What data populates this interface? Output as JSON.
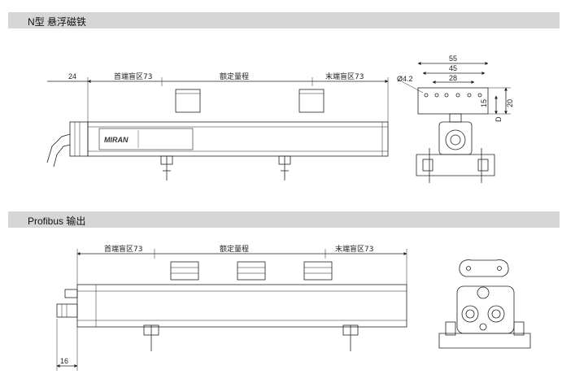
{
  "sections": [
    {
      "title": "N型  悬浮磁铁"
    },
    {
      "title": "Profibus 输出"
    }
  ],
  "drawing_n": {
    "dim_left": "24",
    "zone_left": "首端盲区73",
    "zone_mid": "额定量程",
    "zone_right": "末端盲区73",
    "brand": "MIRAN",
    "end_view": {
      "d_55": "55",
      "d_45": "45",
      "d_28": "28",
      "hole": "Ø4.2",
      "d_15": "15",
      "d_20": "20",
      "d_letter": "D"
    }
  },
  "drawing_p": {
    "zone_left": "首端盲区73",
    "zone_mid": "额定量程",
    "zone_right": "末端盲区73",
    "dim_bottom": "16"
  }
}
